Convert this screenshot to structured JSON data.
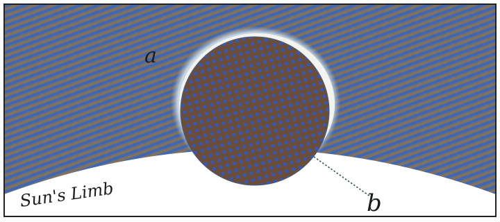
{
  "figure": {
    "labels": {
      "sky": "a",
      "limb": "Sun's Limb",
      "pointer": "b"
    }
  },
  "colors": {
    "sky_base": "#5d6f8c",
    "stripe_blue": "#3f66b4",
    "stripe_brown": "#8b7150",
    "disc_base": "#6a4e3a",
    "disc_dot": "#3058c0",
    "corona": "#f6f7f2",
    "ink": "#1b1b1b",
    "border": "#222222",
    "sun_surface": "#ffffff",
    "pointer_line": "#2a5a3a"
  }
}
